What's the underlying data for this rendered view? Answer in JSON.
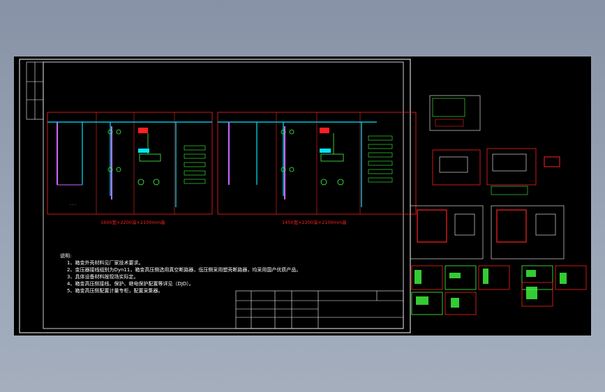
{
  "drawing": {
    "left_panel_title": "1600宽×2200深×2100mm高",
    "right_panel_title": "1450宽×2200深×2100mm高",
    "notes_title": "说明:",
    "notes": [
      "1、箱变外壳材料见厂家技术要求。",
      "2、变压器接线组别为Dyn11，箱变高压侧选用真空断路器，低压侧采用塑壳断路器，均采用国产优质产品。",
      "3、具体设备材料按现场实际定。",
      "4、箱变高压侧接线、保护、继电保护配置等详见（DJD）。",
      "5、箱变高压侧配置计量专柜，配置采集器。"
    ]
  },
  "colors": {
    "background_top": "#8792a6",
    "canvas": "#000000",
    "frame": "#ffffff",
    "cabinet": "#ff2020",
    "busbar": "#00e5ff",
    "device": "#40ff40",
    "accent": "#cc66ff",
    "label": "#ffff40"
  }
}
